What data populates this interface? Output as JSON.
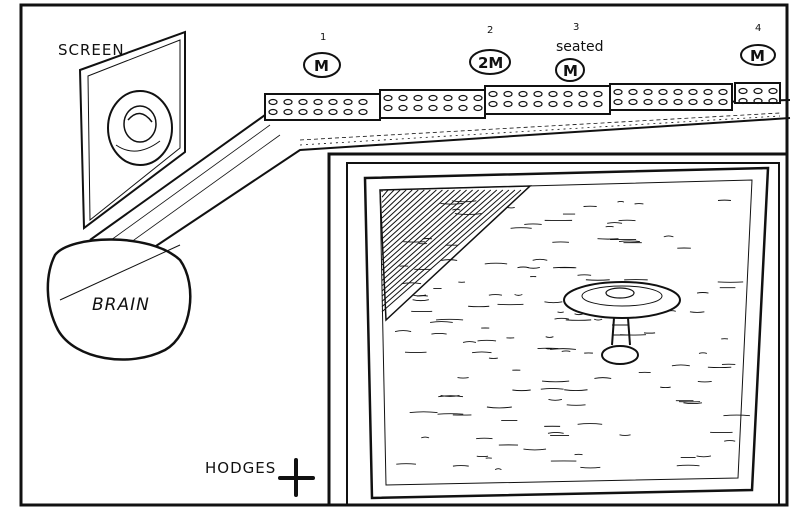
{
  "labels": {
    "screen": "SCREEN",
    "brain": "BRAIN",
    "hodges": "HODGES"
  },
  "seats": [
    {
      "number": "1",
      "tag": "M",
      "note": ""
    },
    {
      "number": "2",
      "tag": "2M",
      "note": ""
    },
    {
      "number": "3",
      "tag": "M",
      "note": "seated"
    },
    {
      "number": "4",
      "tag": "M",
      "note": ""
    }
  ],
  "icons": {
    "screen_image": "ring-sketch-icon",
    "hodges_mark": "plus-icon",
    "inset_object": "disc-on-pedestal-icon"
  },
  "colors": {
    "ink": "#111111",
    "paper": "#ffffff"
  }
}
